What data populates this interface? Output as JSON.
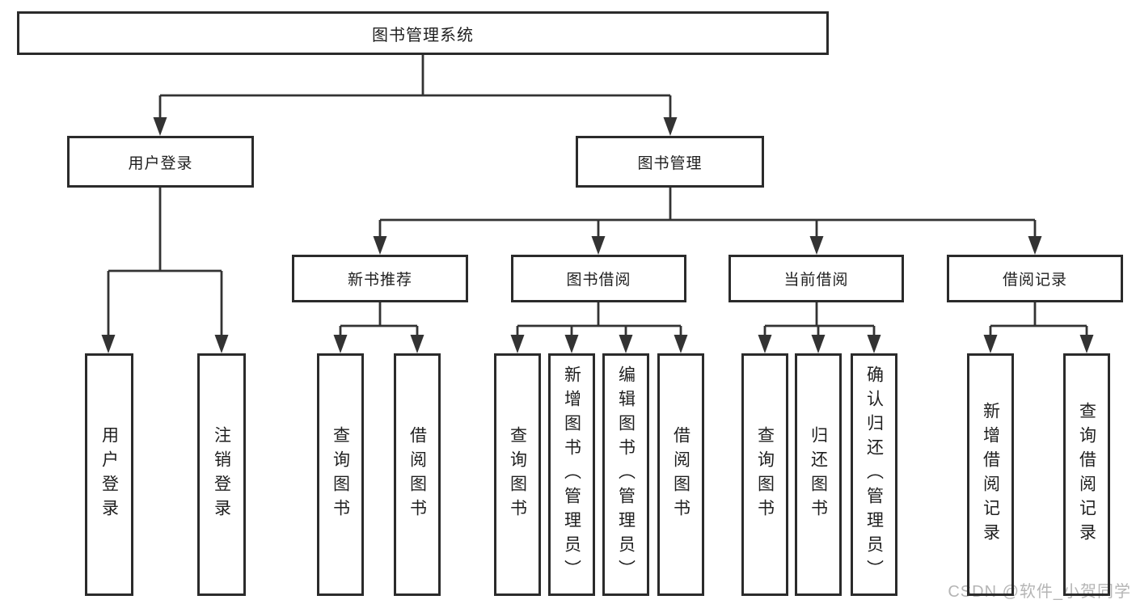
{
  "colors": {
    "line": "#333333",
    "border": "#2b2b2b",
    "text": "#1f1f1f",
    "watermark": "#b5b5b5",
    "background": "#ffffff"
  },
  "nodes": {
    "root": "图书管理系统",
    "user_login": "用户登录",
    "book_mgmt": "图书管理",
    "new_books": "新书推荐",
    "book_borrow": "图书借阅",
    "current_borrow": "当前借阅",
    "borrow_records": "借阅记录",
    "ul_login": "用户登录",
    "ul_logout": "注销登录",
    "nb_query": "查询图书",
    "nb_borrow": "借阅图书",
    "bb_query": "查询图书",
    "bb_add": "新增图书（管理员）",
    "bb_edit": "编辑图书（管理员）",
    "bb_borrow": "借阅图书",
    "cb_query": "查询图书",
    "cb_return": "归还图书",
    "cb_confirm": "确认归还（管理员）",
    "br_add": "新增借阅记录",
    "br_query": "查询借阅记录"
  },
  "watermark": "CSDN @软件_小贺同学"
}
